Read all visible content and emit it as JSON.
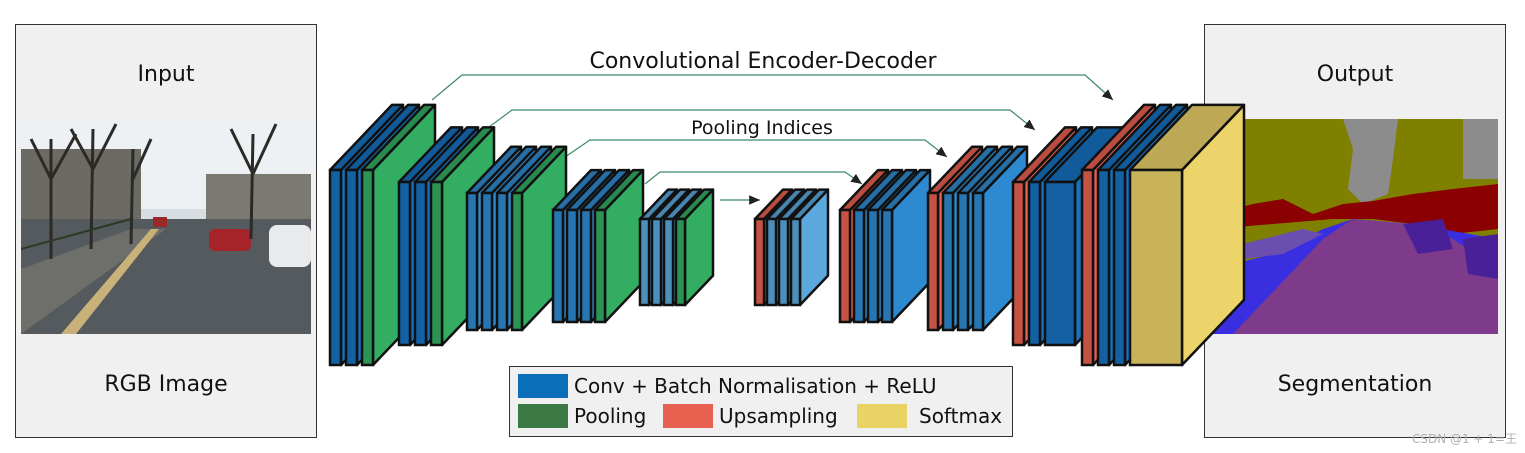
{
  "input_panel": {
    "title": "Input",
    "caption": "RGB Image"
  },
  "output_panel": {
    "title": "Output",
    "caption": "Segmentation"
  },
  "diagram": {
    "title": "Convolutional Encoder-Decoder",
    "pooling_label": "Pooling Indices"
  },
  "legend": {
    "conv": {
      "label": "Conv + Batch Normalisation + ReLU",
      "color": "#0a6fb8"
    },
    "pooling": {
      "label": "Pooling",
      "color": "#3c7a45"
    },
    "upsampling": {
      "label": "Upsampling",
      "color": "#e8604f"
    },
    "softmax": {
      "label": "Softmax",
      "color": "#e9d365"
    }
  },
  "colors": {
    "conv_dark": "#1672c0",
    "conv_mid": "#2e8ad0",
    "conv_light": "#5aa8dc",
    "pool": "#32ad62",
    "upsample": "#e8604f",
    "softmax": "#ecd36a",
    "skip_line": "#3c8a6a"
  },
  "watermark": "CSDN @1 + 1=王"
}
